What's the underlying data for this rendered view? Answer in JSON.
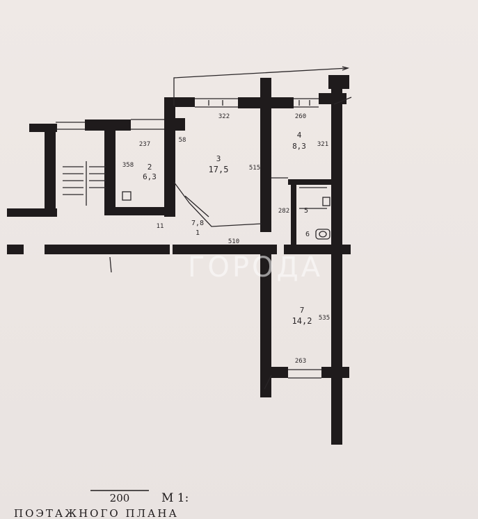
{
  "plan": {
    "title_fragment": "ПОЭТАЖНОГО ПЛАНА",
    "scale_label": "М 1:",
    "scale_value": "200",
    "watermark": "ГОРОДА",
    "rooms": [
      {
        "id": "room-1-corridor",
        "number": "1",
        "area": "7,8"
      },
      {
        "id": "room-2",
        "number": "2",
        "area": "6,3"
      },
      {
        "id": "room-3",
        "number": "3",
        "area": "17,5"
      },
      {
        "id": "room-4",
        "number": "4",
        "area": "8,3"
      },
      {
        "id": "room-5",
        "number": "5",
        "area": ""
      },
      {
        "id": "room-6",
        "number": "6",
        "area": ""
      },
      {
        "id": "room-7",
        "number": "7",
        "area": "14,2"
      }
    ],
    "dimensions": {
      "d237": "237",
      "d322": "322",
      "d260": "260",
      "d321": "321",
      "d58": "58",
      "d358": "358",
      "d515": "515",
      "d282": "282",
      "d11": "11",
      "d510": "510",
      "d535": "535",
      "d263": "263"
    }
  }
}
